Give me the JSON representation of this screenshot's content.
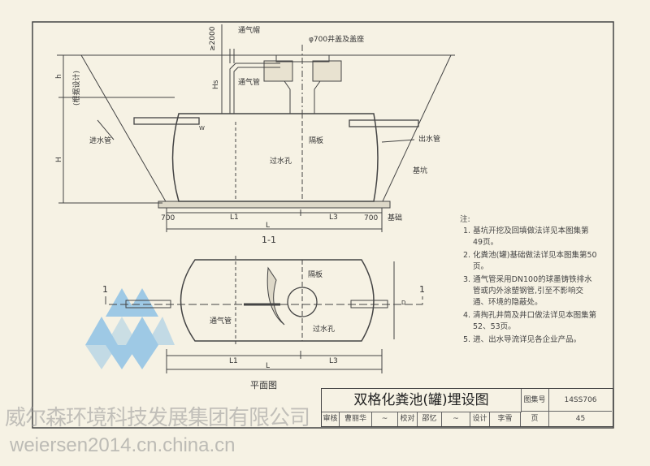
{
  "section": {
    "vent_cap": "通气帽",
    "vent_pipe": "通气管",
    "manhole": "φ700井盖及盖座",
    "dim_2000": "≥2000",
    "h": "h",
    "h_note": "(根据设计)",
    "hs": "Hs",
    "H": "H",
    "inlet": "进水管",
    "outlet": "出水管",
    "baffle": "隔板",
    "hole": "过水孔",
    "pit": "基坑",
    "base": "基础",
    "w": "W",
    "d700a": "700",
    "d700b": "700",
    "L1": "L1",
    "L3": "L3",
    "L": "L",
    "title": "1-1"
  },
  "plan": {
    "baffle": "隔板",
    "vent_pipe": "通气管",
    "hole": "过水孔",
    "L1": "L1",
    "L3": "L3",
    "L": "L",
    "D": "D",
    "marker_left": "1",
    "marker_right": "1",
    "title": "平面图"
  },
  "notes": {
    "heading": "注:",
    "items": [
      "1. 基坑开挖及回填做法详见本图集第49页。",
      "2. 化粪池(罐)基础做法详见本图集第50页。",
      "3. 通气管采用DN100的球墨铸铁排水管或内外涂塑钢管,引至不影响交通、环境的隐蔽处。",
      "4. 清掏孔井筒及井口做法详见本图集第52、53页。",
      "5. 进、出水导流详见各企业产品。"
    ]
  },
  "title_block": {
    "title": "双格化粪池(罐)埋设图",
    "atlas_label": "图集号",
    "atlas_no": "14SS706",
    "review": "审核",
    "reviewer": "曹丽华",
    "check": "校对",
    "checker": "邵忆",
    "design": "设计",
    "designer": "李雪",
    "page_label": "页",
    "page_no": "45"
  },
  "watermark": {
    "company": "威尔森环境科技发展集团有限公司",
    "url": "weiersen2014.cn.china.cn"
  },
  "colors": {
    "logo": "#8fc3e6",
    "line": "#444444"
  }
}
